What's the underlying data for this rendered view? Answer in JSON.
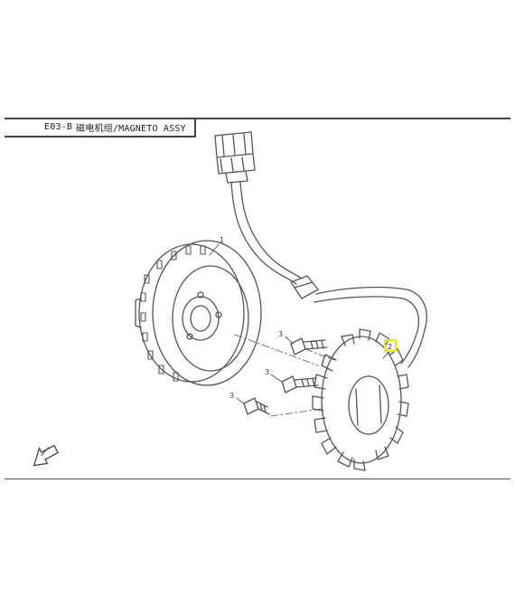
{
  "title": {
    "code": "E03-B",
    "name": "磁电机组/MAGNETO ASSY"
  },
  "callouts": {
    "flywheel": "1",
    "stator": "2",
    "bolt_upper": "3",
    "bolt_middle": "3",
    "bolt_lower": "3"
  },
  "colors": {
    "line": "#555555",
    "highlight": "#f3e600"
  },
  "icons": {
    "direction_arrow": "front-direction-arrow-icon"
  }
}
